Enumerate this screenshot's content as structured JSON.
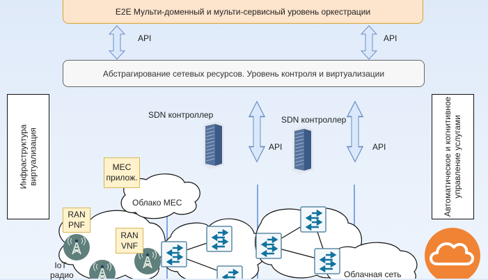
{
  "orchestration": {
    "label": "E2E Мульти-доменный и мульти-сервисный уровень оркестрации"
  },
  "abstraction": {
    "label": "Абстрагирование сетевых ресурсов. Уровень контроля и виртуализации"
  },
  "api_labels": {
    "top_left": "API",
    "top_right": "API",
    "mid_left": "API",
    "mid_right": "API"
  },
  "left_panel": {
    "line1": "Инфраструктура",
    "line2": "виртуализация"
  },
  "right_panel": {
    "line1": "Автоматическое и когнитивное",
    "line2": "управление услугами"
  },
  "sdn": {
    "left": "SDN контроллер",
    "right": "SDN контроллер"
  },
  "boxes": {
    "mec_app": {
      "line1": "MEC",
      "line2": "прилож."
    },
    "ran_pnf": {
      "line1": "RAN",
      "line2": "PNF"
    },
    "ran_vnf": {
      "line1": "RAN",
      "line2": "VNF"
    }
  },
  "clouds": {
    "mec": "Облако MEC",
    "cloud_net": "Облачная сеть"
  },
  "iot": {
    "line1": "IoT",
    "line2": "радио"
  },
  "colors": {
    "orch_fill": "#fde4cc",
    "orch_border": "#d6a32a",
    "arrow_fill": "#dae8fc",
    "arrow_stroke": "#6c8ebf",
    "tower": "#5f7f7c",
    "switch_arrow": "#10739e",
    "cloud_icon": "#f08434"
  }
}
